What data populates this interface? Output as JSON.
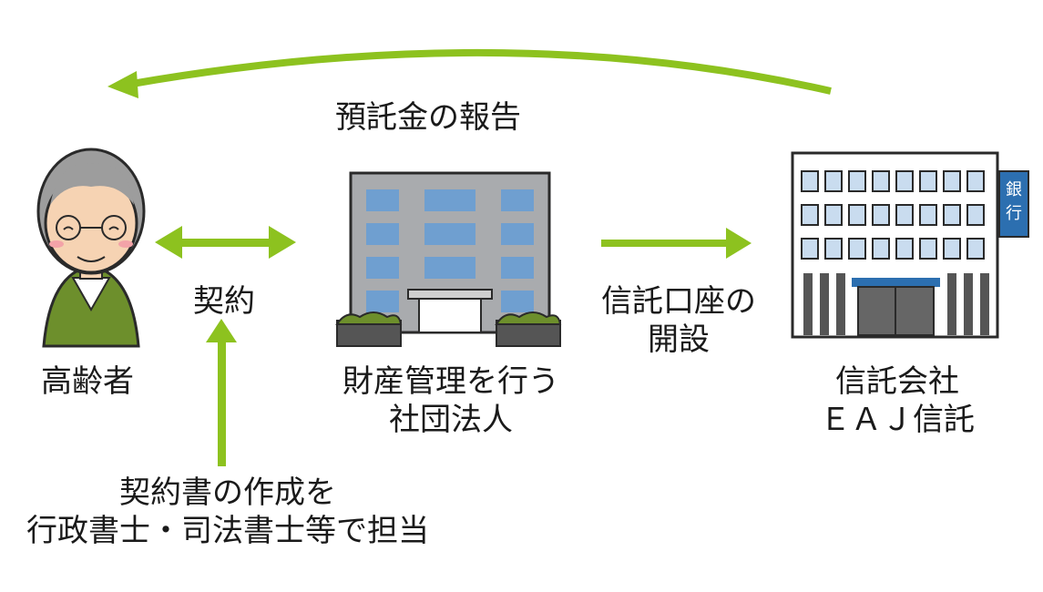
{
  "labels": {
    "report": "預託金の報告",
    "contract": "契約",
    "elderly": "高齢者",
    "corp_line1": "財産管理を行う",
    "corp_line2": "社団法人",
    "account_line1": "信託口座の",
    "account_line2": "開設",
    "trust_line1": "信託会社",
    "trust_line2": "ＥＡＪ信託",
    "scrivener_line1": "契約書の作成を",
    "scrivener_line2": "行政書士・司法書士等で担当",
    "bank_sign": "銀行"
  },
  "colors": {
    "arrow": "#8dc21f",
    "building_gray": "#a9abae",
    "window_blue": "#6f9fd0",
    "sign_blue": "#2c6fb0",
    "jacket": "#6d8f2c"
  }
}
